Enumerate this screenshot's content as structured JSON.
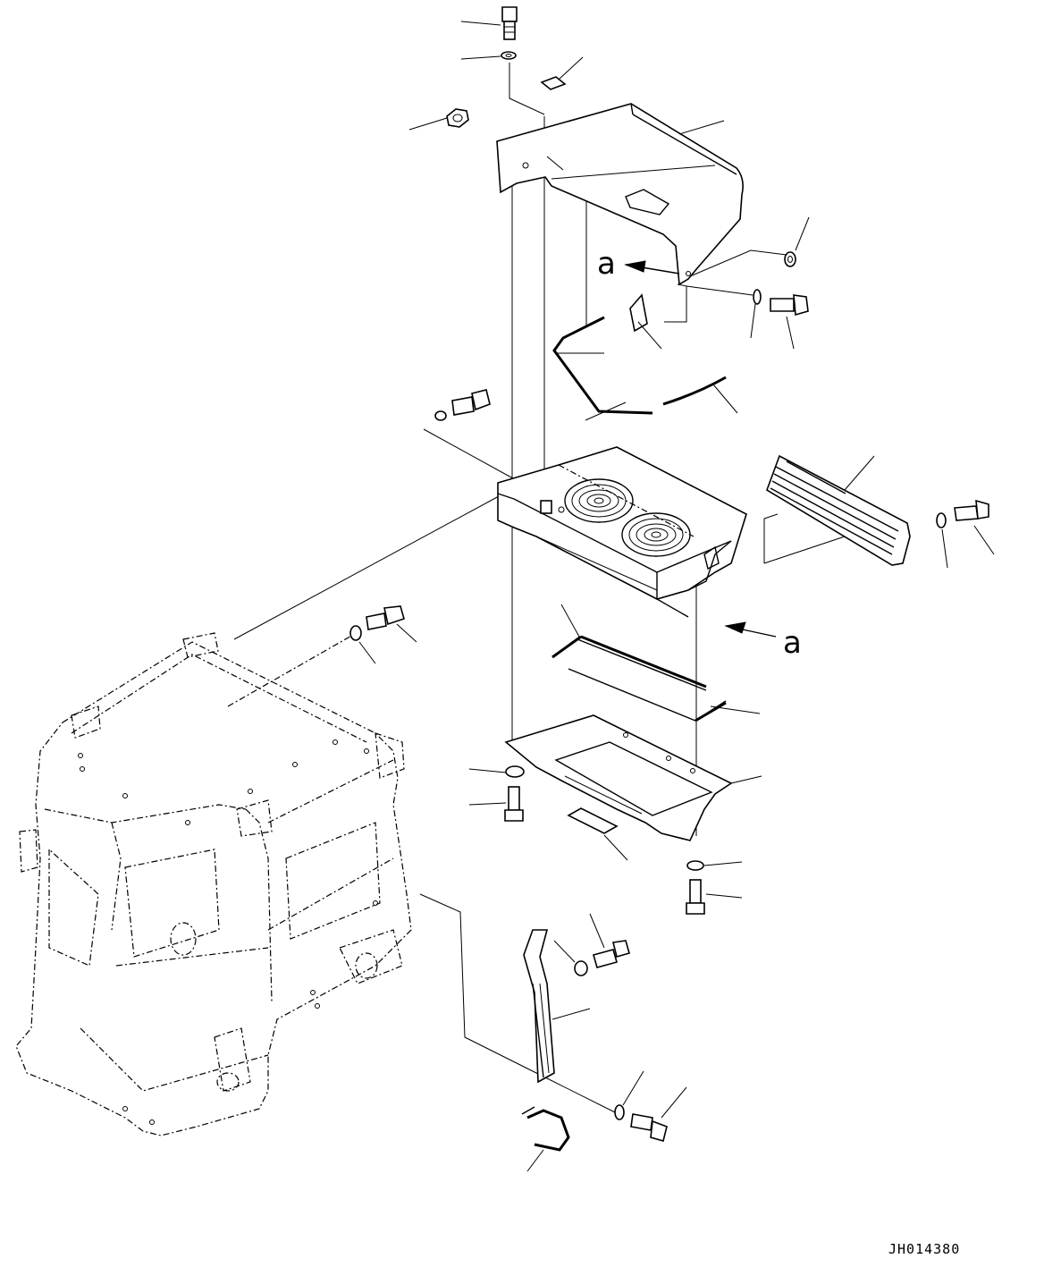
{
  "view_arrows": [
    {
      "label": "a"
    },
    {
      "label": "a"
    }
  ],
  "drawing_code": "JH014380"
}
